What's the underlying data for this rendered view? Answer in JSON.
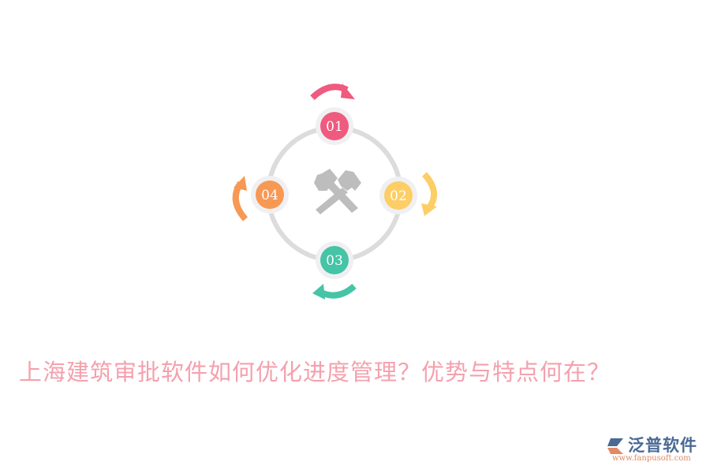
{
  "diagram": {
    "steps": [
      {
        "label": "01",
        "color": "#ef5a7f"
      },
      {
        "label": "02",
        "color": "#fdcd66"
      },
      {
        "label": "03",
        "color": "#45c4a6"
      },
      {
        "label": "04",
        "color": "#f79854"
      }
    ],
    "center_icon": "crossed-hammers-icon",
    "ring_color": "#d9d9d9",
    "icon_color": "#bdbdbd"
  },
  "title": "上海建筑审批软件如何优化进度管理？优势与特点何在？",
  "logo": {
    "name": "泛普软件",
    "url": "www.fanpusoft.com"
  }
}
